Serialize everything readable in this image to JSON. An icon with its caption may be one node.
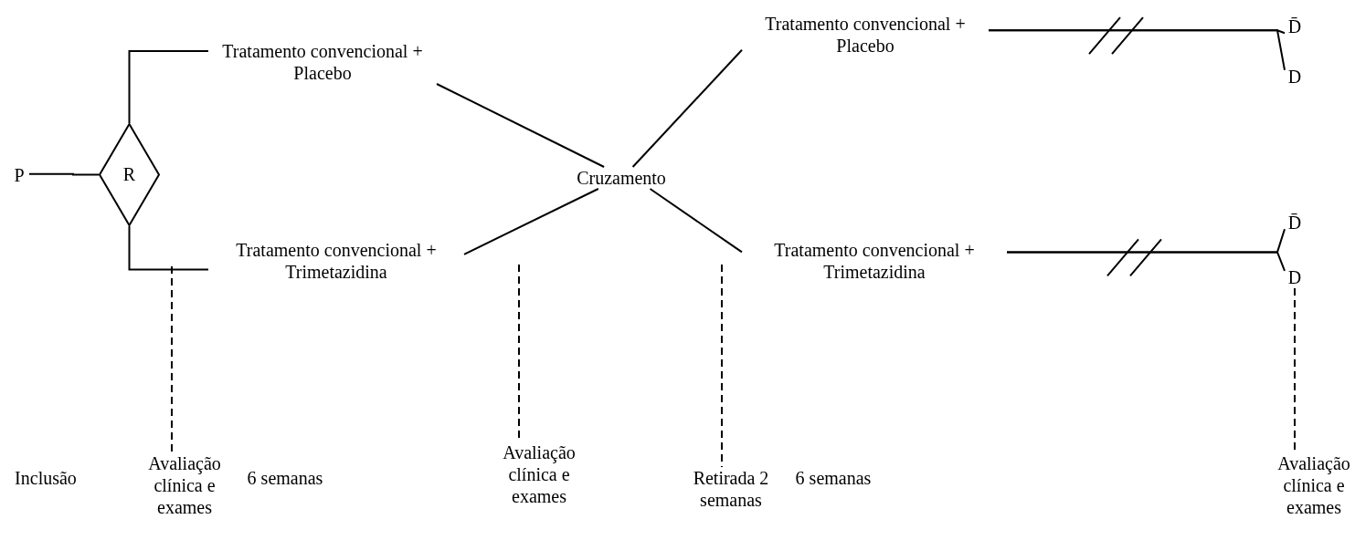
{
  "diagram": {
    "nodes": [
      {
        "text": [
          "P"
        ]
      },
      {
        "text": [
          "R"
        ]
      },
      {
        "text": [
          "Tratamento convencional + Placebo"
        ]
      },
      {
        "text": [
          "Tratamento convencional + Trimetazidina"
        ]
      },
      {
        "text": [
          "Cruzamento"
        ]
      },
      {
        "text": [
          "Tratamento convencional + Placebo"
        ]
      },
      {
        "text": [
          "Tratamento convencional + Trimetazidina"
        ]
      },
      {
        "text": [
          "D̄"
        ]
      },
      {
        "text": [
          "D"
        ]
      },
      {
        "text": [
          "D̄"
        ]
      },
      {
        "text": [
          "D"
        ]
      },
      {
        "text": [
          "Avaliação clínica e exames"
        ]
      },
      {
        "text": [
          "Avaliação clínica e exames"
        ]
      },
      {
        "text": [
          "Retirada 2 semanas"
        ]
      },
      {
        "text": [
          "Avaliação clínica e exames"
        ]
      }
    ],
    "edges": [
      {
        "from": 0,
        "to": 1,
        "arrow": "none"
      },
      {
        "from": 1,
        "to": 2,
        "arrow": "none"
      },
      {
        "from": 1,
        "to": 3,
        "arrow": "none"
      },
      {
        "from": 2,
        "to": 4,
        "arrow": "none"
      },
      {
        "from": 3,
        "to": 4,
        "arrow": "none"
      },
      {
        "from": 4,
        "to": 5,
        "arrow": "none"
      },
      {
        "from": 4,
        "to": 6,
        "arrow": "none"
      },
      {
        "from": 5,
        "to": 7,
        "arrow": "none"
      },
      {
        "from": 5,
        "to": 8,
        "arrow": "none"
      },
      {
        "from": 6,
        "to": 9,
        "arrow": "none"
      },
      {
        "from": 6,
        "to": 10,
        "arrow": "none"
      },
      {
        "from": null,
        "to": 11,
        "arrow": "none",
        "style": "dashed"
      },
      {
        "from": null,
        "to": 12,
        "arrow": "none",
        "style": "dashed"
      },
      {
        "from": null,
        "to": 13,
        "arrow": "none",
        "style": "dashed"
      },
      {
        "from": 10,
        "to": 14,
        "arrow": "none",
        "style": "dashed"
      }
    ],
    "labels": [
      "Inclusão",
      "6 semanas",
      "6 semanas"
    ]
  }
}
